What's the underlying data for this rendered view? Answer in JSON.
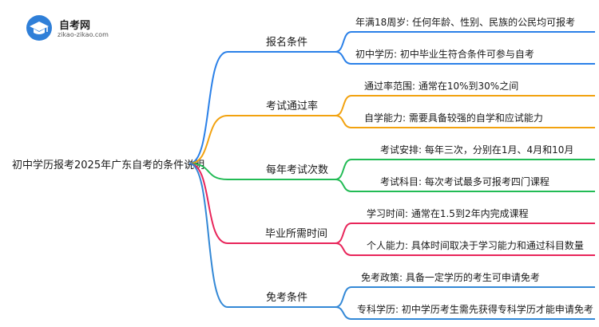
{
  "logo": {
    "title": "自考网",
    "url": "zikao-zikao.com"
  },
  "mindmap": {
    "root": "初中学历报考2025年广东自考的条件说明",
    "branches": [
      {
        "label": "报名条件",
        "color": "#2a80e8",
        "leaves": [
          "年满18周岁: 任何年龄、性别、民族的公民均可报考",
          "初中学历: 初中毕业生符合条件可参与自考"
        ]
      },
      {
        "label": "考试通过率",
        "color": "#f2a20f",
        "leaves": [
          "通过率范围: 通常在10%到30%之间",
          "自学能力: 需要具备较强的自学和应试能力"
        ]
      },
      {
        "label": "每年考试次数",
        "color": "#22bb55",
        "leaves": [
          "考试安排: 每年三次，分别在1月、4月和10月",
          "考试科目: 每次考试最多可报考四门课程"
        ]
      },
      {
        "label": "毕业所需时间",
        "color": "#e8255a",
        "leaves": [
          "学习时间: 通常在1.5到2年内完成课程",
          "个人能力: 具体时间取决于学习能力和通过科目数量"
        ]
      },
      {
        "label": "免考条件",
        "color": "#3388d6",
        "leaves": [
          "免考政策: 具备一定学历的考生可申请免考",
          "专科学历: 初中学历考生需先获得专科学历才能申请免考"
        ]
      }
    ]
  }
}
